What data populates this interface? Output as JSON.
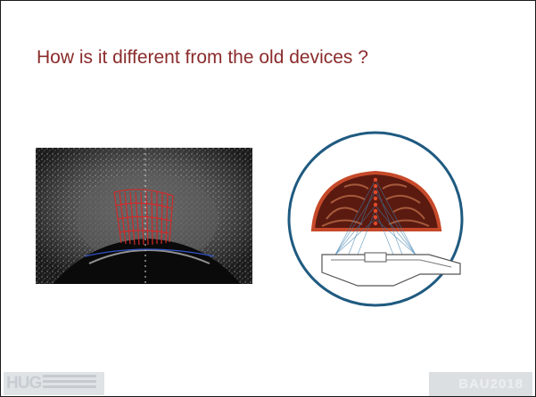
{
  "slide": {
    "title": "How is it different from the old devices ?",
    "logo_letters": "HUG",
    "footer_tag": "BAU2018"
  }
}
